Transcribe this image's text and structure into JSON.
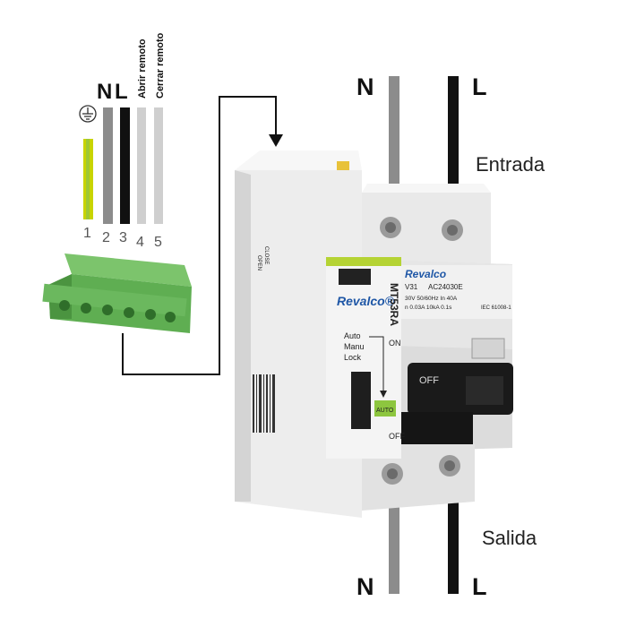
{
  "supply": {
    "n_top": "N",
    "l_top": "L",
    "n_bottom": "N",
    "l_bottom": "L",
    "entrada": "Entrada",
    "salida": "Salida"
  },
  "connector": {
    "terminal_labels": [
      "N",
      "L",
      "Abrir remoto",
      "Cerrar remoto"
    ],
    "numbers": [
      "1",
      "2",
      "3",
      "4",
      "5"
    ],
    "ground_icon": "earth-ground-icon"
  },
  "breaker": {
    "brand": "Revalco",
    "brand_registered": "Revalco®",
    "model_partial": "V31",
    "code_partial": "AC24030E",
    "rating_line1": "30V 50/60Hz  In 40A",
    "rating_line2": "n 0.03A 10kA  0.1s",
    "standard": "IEC 61008-1",
    "off_label": "OFF",
    "close_label": "CLOSE",
    "open_label": "OPEN"
  },
  "module": {
    "model": "MT53RA",
    "mode_auto": "Auto",
    "mode_manu": "Manu",
    "mode_lock": "Lock",
    "on_label": "ON",
    "off_label": "OFF",
    "auto_indicator": "AUTO"
  },
  "colors": {
    "ground_wire": "#c8d400",
    "neutral_wire": "#8c8c8c",
    "line_wire": "#111111",
    "remote_wire": "#cfcfcf",
    "connector_green": "#5fae52",
    "brand_blue": "#1f57a6",
    "lime_accent": "#b5d334"
  }
}
